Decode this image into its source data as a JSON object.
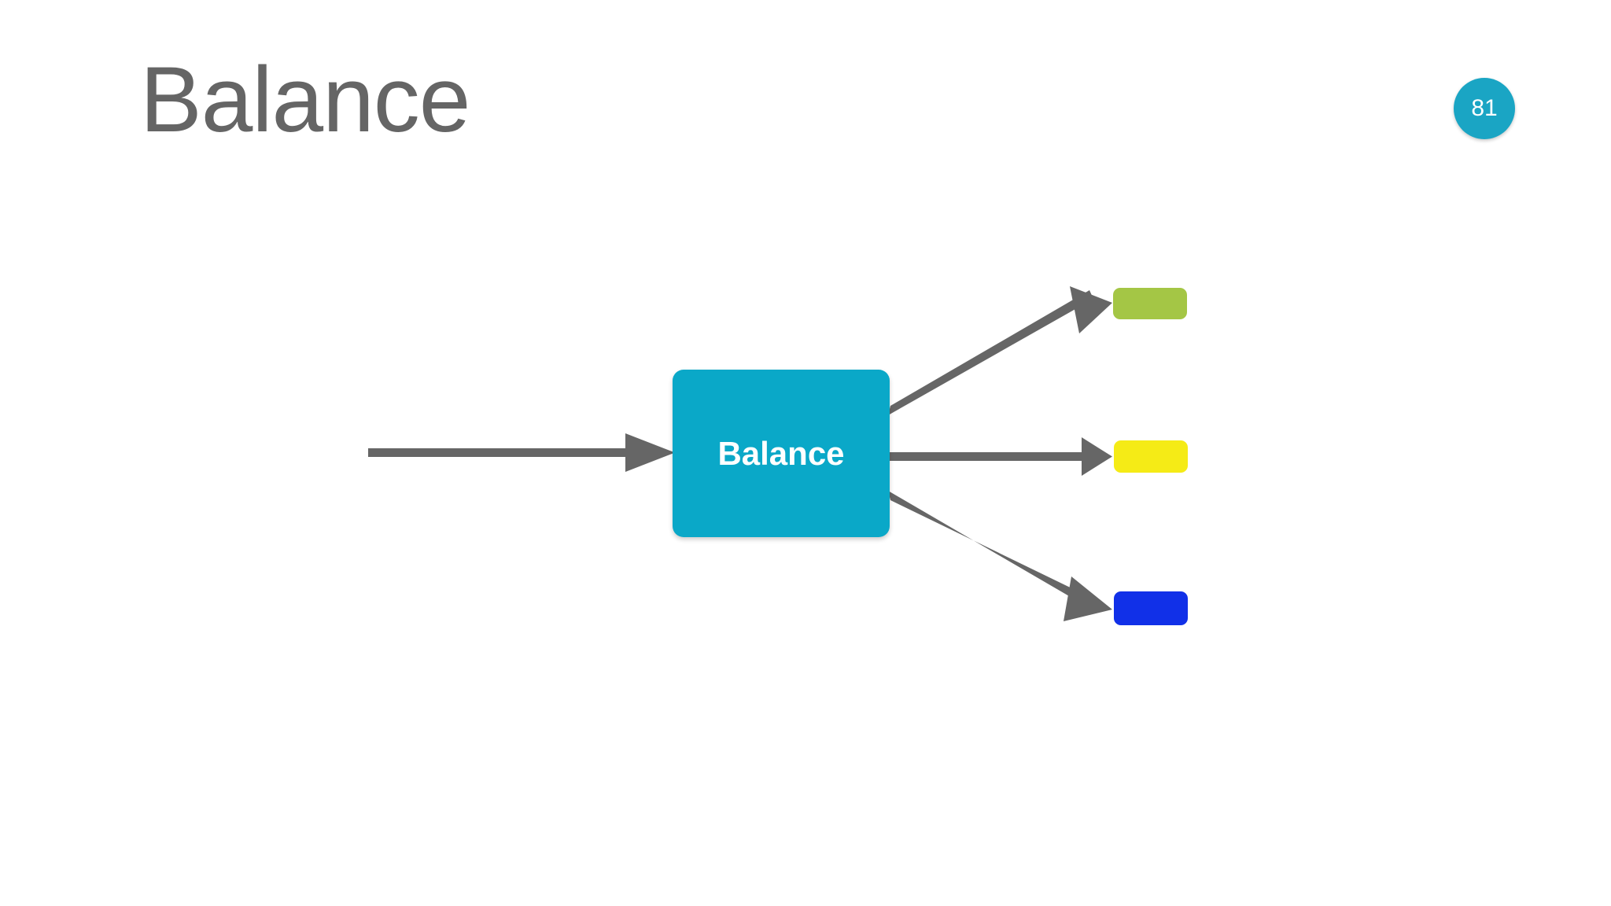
{
  "slide": {
    "title": "Balance",
    "number": "81",
    "background_color": "#ffffff",
    "title_color": "#656565",
    "badge_color": "#1aa5c4",
    "badge_text_color": "#ffffff"
  },
  "diagram": {
    "type": "process-flow",
    "arrow_color": "#666666",
    "process": {
      "label": "Balance",
      "fill_color": "#0aa8c8",
      "text_color": "#ffffff"
    },
    "input_arrows": [
      {
        "name": "input-arrow",
        "direction": "right"
      }
    ],
    "output_arrows": [
      {
        "name": "output-arrow-up",
        "direction": "up-right"
      },
      {
        "name": "output-arrow-straight",
        "direction": "right"
      },
      {
        "name": "output-arrow-down",
        "direction": "down-right"
      }
    ],
    "outputs": [
      {
        "name": "output-chip-green",
        "color": "#a4c645",
        "label": ""
      },
      {
        "name": "output-chip-yellow",
        "color": "#f5eb16",
        "label": ""
      },
      {
        "name": "output-chip-blue",
        "color": "#1130e8",
        "label": ""
      }
    ]
  }
}
